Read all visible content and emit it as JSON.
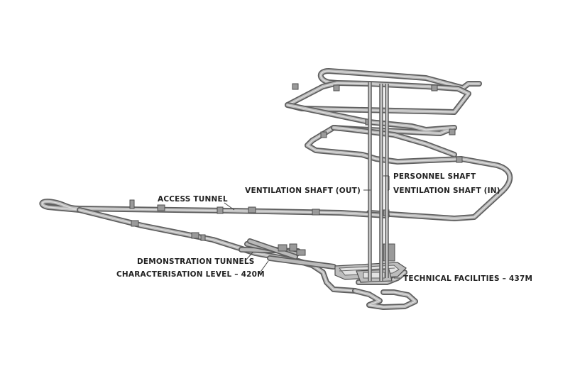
{
  "labels": {
    "personnel_shaft": "PERSONNEL SHAFT",
    "ventilation_out": "VENTILATION SHAFT (OUT)",
    "ventilation_in": "VENTILATION SHAFT (IN)",
    "access_tunnel": "ACCESS TUNNEL",
    "demonstration_tunnels": "DEMONSTRATION TUNNELS",
    "characterisation_level": "CHARACTERISATION LEVEL – 420M",
    "technical_facilities": "TECHNICAL FACILITIES – 437M"
  },
  "colors": {
    "tunnel_outline": "#5e5e5e",
    "tunnel_fill": "#b9b9b9",
    "background": "#ffffff",
    "label_text": "#222222"
  }
}
